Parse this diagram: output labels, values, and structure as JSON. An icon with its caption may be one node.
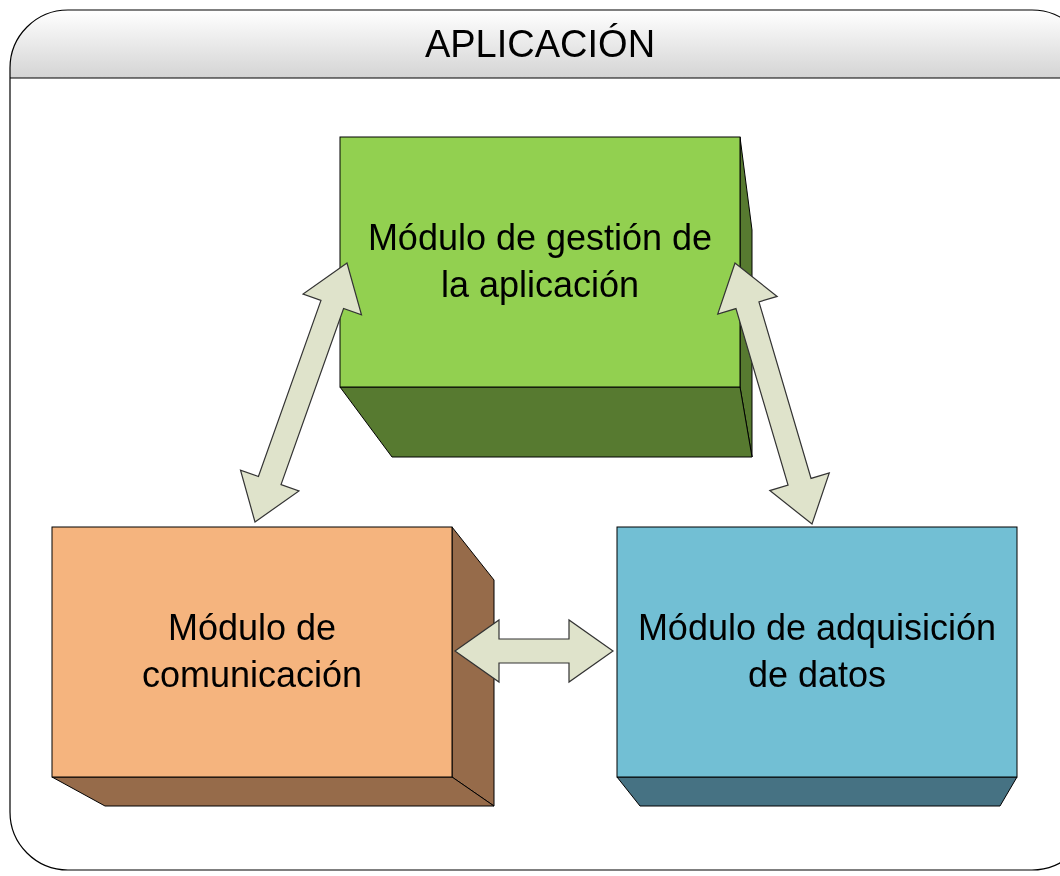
{
  "diagram": {
    "nodes": [
      {
        "text": [
          "APLICACIÓN"
        ]
      },
      {
        "text": [
          "Módulo de gestión de la aplicación"
        ],
        "in": 0
      },
      {
        "text": [
          "Módulo de comunicación"
        ],
        "in": 0
      },
      {
        "text": [
          "Módulo de adquisición de datos"
        ],
        "in": 0
      }
    ],
    "edges": [
      {
        "from": 1,
        "to": 2,
        "arrow": "both"
      },
      {
        "from": 1,
        "to": 3,
        "arrow": "both"
      },
      {
        "from": 2,
        "to": 3,
        "arrow": "both"
      }
    ]
  }
}
